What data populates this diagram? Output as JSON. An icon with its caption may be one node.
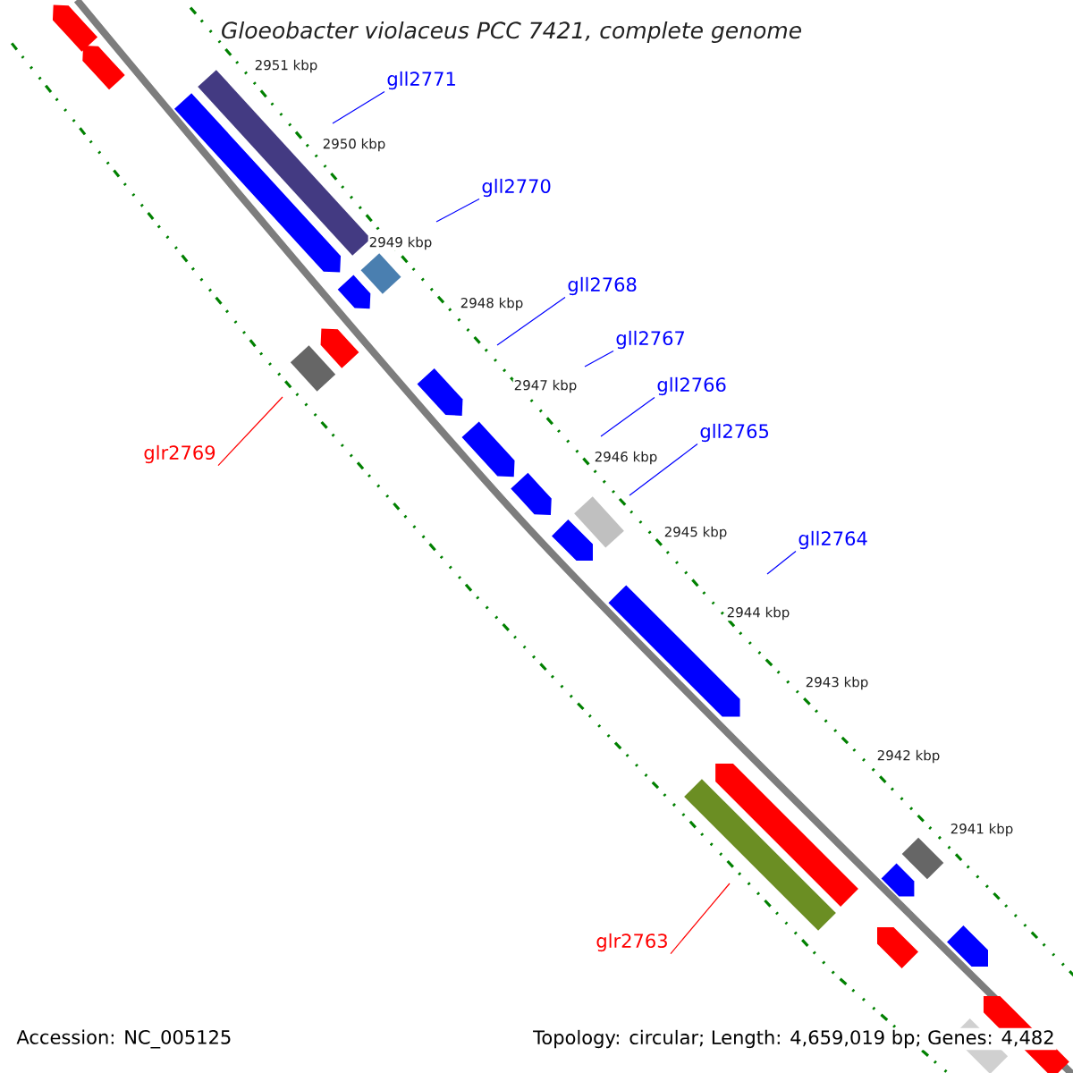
{
  "diagram": {
    "title": "Gloeobacter violaceus PCC 7421, complete genome",
    "nodes": [
      {
        "text": [
          "gll2771"
        ]
      },
      {
        "text": [
          "gll2770"
        ]
      },
      {
        "text": [
          "gll2768"
        ]
      },
      {
        "text": [
          "gll2767"
        ]
      },
      {
        "text": [
          "gll2766"
        ]
      },
      {
        "text": [
          "gll2765"
        ]
      },
      {
        "text": [
          "gll2764"
        ]
      },
      {
        "text": [
          "glr2769"
        ]
      },
      {
        "text": [
          "glr2763"
        ]
      }
    ],
    "edges": [
      {
        "from": 0,
        "to": null,
        "arrow": "none"
      },
      {
        "from": 1,
        "to": null,
        "arrow": "none"
      },
      {
        "from": 2,
        "to": null,
        "arrow": "none"
      },
      {
        "from": 3,
        "to": null,
        "arrow": "none"
      },
      {
        "from": 4,
        "to": null,
        "arrow": "none"
      },
      {
        "from": 5,
        "to": null,
        "arrow": "none"
      },
      {
        "from": 6,
        "to": null,
        "arrow": "none"
      },
      {
        "from": 7,
        "to": null,
        "arrow": "none",
        "color": "#ff0000"
      },
      {
        "from": 8,
        "to": null,
        "arrow": "none",
        "color": "#ff0000"
      }
    ],
    "labels": [
      "2951 kbp",
      "2950 kbp",
      "2949 kbp",
      "2948 kbp",
      "2947 kbp",
      "2946 kbp",
      "2945 kbp",
      "2944 kbp",
      "2943 kbp",
      "2942 kbp",
      "2941 kbp",
      "Accession: NC_005125",
      "Topology: circular; Length: 4,659,019 bp; Genes: 4,482"
    ]
  }
}
